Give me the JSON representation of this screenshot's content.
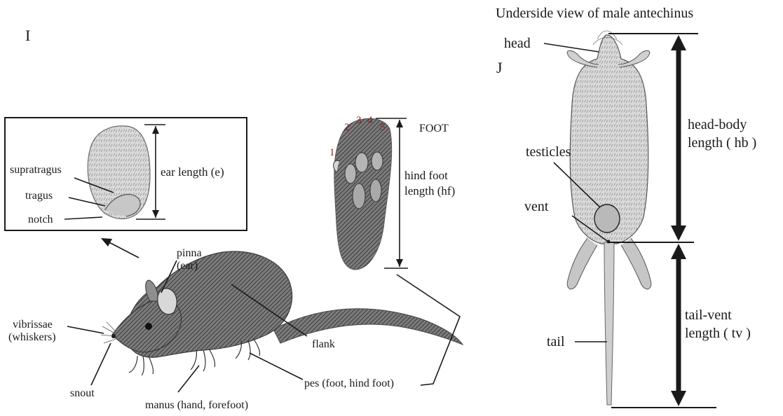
{
  "panels": {
    "left": "I",
    "right": "J"
  },
  "right_title": "Underside view of male antechinus",
  "foot_title": "FOOT",
  "toes": [
    "1",
    "2",
    "3",
    "4",
    "5"
  ],
  "ear_labels": {
    "supratragus": "supratragus",
    "tragus": "tragus",
    "notch": "notch",
    "ear_length": "ear length (e)"
  },
  "foot_labels": {
    "line1": "hind foot",
    "line2": "length (hf)"
  },
  "body_labels": {
    "pinna_1": "pinna",
    "pinna_2": "(ear)",
    "vibrissae_1": "vibrissae",
    "vibrissae_2": "(whiskers)",
    "snout": "snout",
    "flank": "flank",
    "manus": "manus (hand, forefoot)",
    "pes": "pes (foot, hind foot)"
  },
  "underside_labels": {
    "head": "head",
    "testicles": "testicles",
    "vent": "vent",
    "tail": "tail",
    "hb_1": "head-body",
    "hb_2": "length ( hb )",
    "tv_1": "tail-vent",
    "tv_2": "length ( tv )"
  }
}
